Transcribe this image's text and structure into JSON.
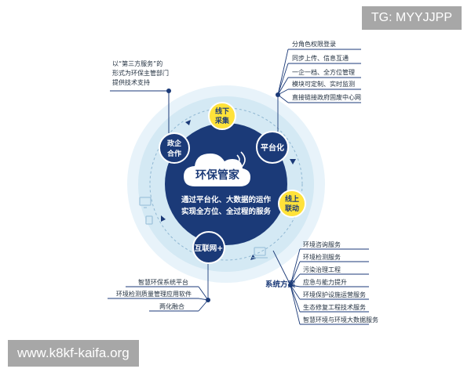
{
  "diagram": {
    "center": {
      "title": "环保管家",
      "desc_line1": "通过平台化、大数据的运作",
      "desc_line2": "实现全方位、全过程的服务"
    },
    "nodes": {
      "offline": {
        "line1": "线下",
        "line2": "采集"
      },
      "platform": "平台化",
      "online": {
        "line1": "线上",
        "line2": "联动"
      },
      "internet": "互联网+",
      "gov": {
        "line1": "政企",
        "line2": "合作"
      }
    },
    "system_label": "系统方案",
    "third_party_note": "以“第三方服务”的\n形式为环保主管部门\n提供技术支持",
    "top_right_items": [
      "分角色权限登录",
      "同步上传、信息互通",
      "一企一档、全方位管理",
      "模块可定制、实时监测",
      "直接链接政府固废中心网"
    ],
    "bottom_left_items": [
      "智慧环保系统平台",
      "环境检测质量管理应用软件",
      "两化融合"
    ],
    "bottom_right_items": [
      "环境咨询服务",
      "环境检测服务",
      "污染治理工程",
      "应急与能力提升",
      "环境保护设施运营服务",
      "生态修复工程技术服务",
      "智慧环境与环境大数据服务"
    ],
    "colors": {
      "navy": "#1b3a78",
      "yellow": "#ffe23a",
      "ring": "#cfe6f3",
      "ring_outer": "#e6f2f9"
    }
  },
  "badges": {
    "tg": "TG: MYYJJPP",
    "site": "www.k8kf-kaifa.org"
  }
}
